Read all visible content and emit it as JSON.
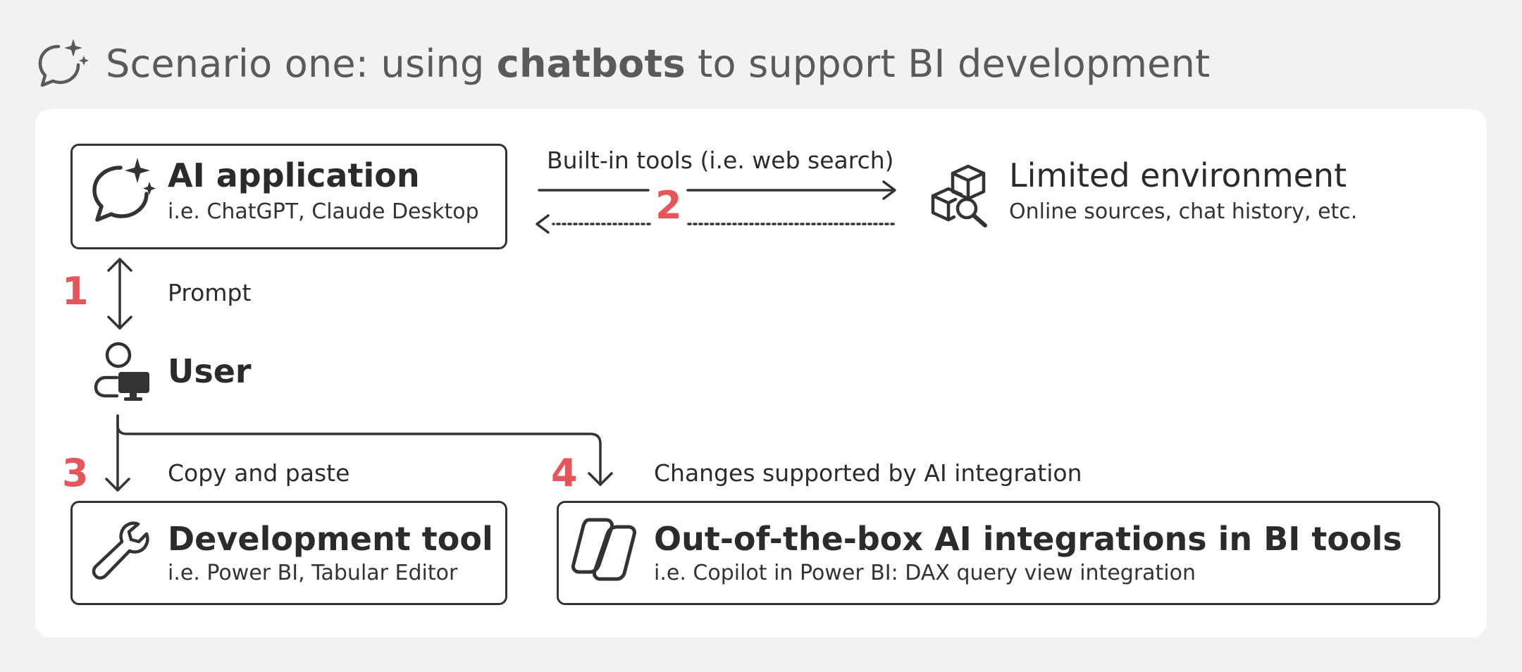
{
  "header": {
    "title_prefix": "Scenario one: using ",
    "title_bold": "chatbots",
    "title_suffix": " to support BI development",
    "icon": "chat-sparkle-icon"
  },
  "nodes": {
    "ai_app": {
      "title": "AI application",
      "subtitle": "i.e. ChatGPT, Claude Desktop",
      "icon": "chat-sparkle-icon"
    },
    "limited_env": {
      "title": "Limited environment",
      "subtitle": "Online sources, chat history, etc.",
      "icon": "cube-search-icon"
    },
    "user": {
      "title": "User",
      "icon": "person-monitor-icon"
    },
    "dev_tool": {
      "title": "Development tool",
      "subtitle": "i.e. Power BI, Tabular Editor",
      "icon": "wrench-icon"
    },
    "bi_integration": {
      "title": "Out-of-the-box AI integrations in BI tools",
      "subtitle": "i.e. Copilot in Power BI: DAX query view integration",
      "icon": "copilot-icon"
    }
  },
  "edges": {
    "prompt": {
      "number": "1",
      "label": "Prompt"
    },
    "tools": {
      "number": "2",
      "label": "Built-in tools (i.e. web search)"
    },
    "copy_paste": {
      "number": "3",
      "label": "Copy and paste"
    },
    "ai_changes": {
      "number": "4",
      "label": "Changes supported by AI integration"
    }
  },
  "colors": {
    "accent_number": "#e5555a",
    "stroke": "#333333",
    "background": "#f2f2f2",
    "card": "#ffffff"
  }
}
